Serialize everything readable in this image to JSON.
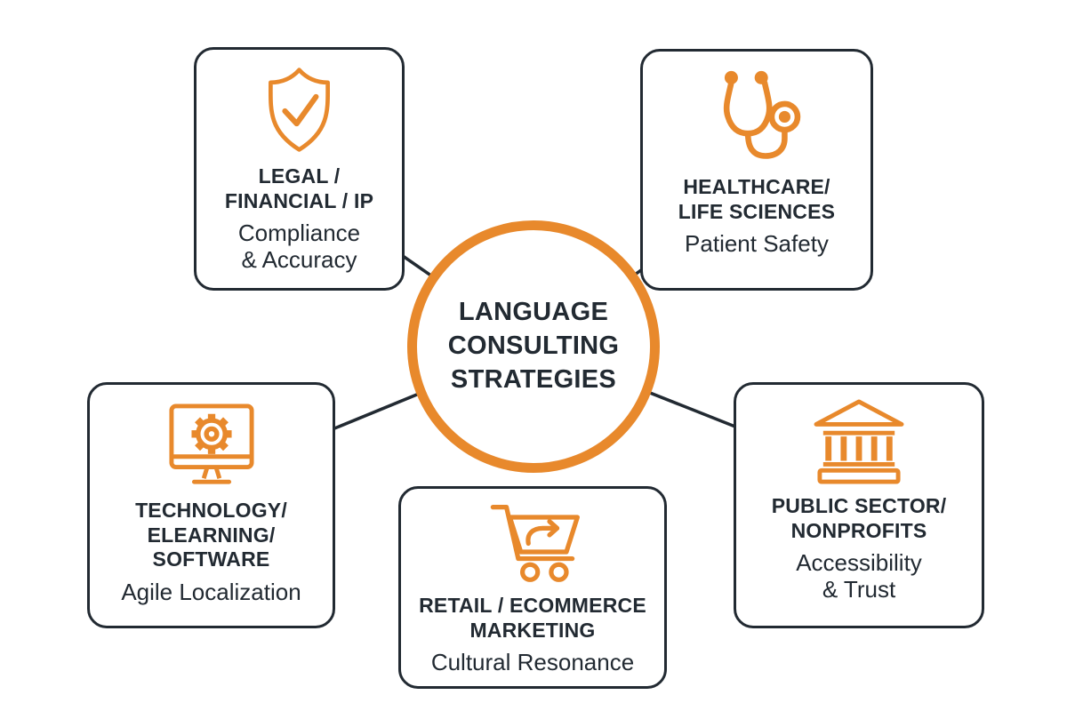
{
  "diagram": {
    "center": {
      "title": "LANGUAGE\nCONSULTING\nSTRATEGIES"
    },
    "colors": {
      "accent_orange": "#E8892C",
      "ink_dark": "#222A32",
      "background": "#FFFFFF"
    },
    "nodes": [
      {
        "id": "legal-financial-ip",
        "icon": "shield-check-icon",
        "title": "LEGAL /\nFINANCIAL / IP",
        "subtitle": "Compliance\n& Accuracy"
      },
      {
        "id": "healthcare-life-sciences",
        "icon": "stethoscope-icon",
        "title": "HEALTHCARE/\nLIFE SCIENCES",
        "subtitle": "Patient Safety"
      },
      {
        "id": "technology-elearning-software",
        "icon": "monitor-gear-icon",
        "title": "TECHNOLOGY/\nELEARNING/\nSOFTWARE",
        "subtitle": "Agile Localization"
      },
      {
        "id": "retail-ecommerce-marketing",
        "icon": "shopping-cart-icon",
        "title": "RETAIL / ECOMMERCE\nMARKETING",
        "subtitle": "Cultural Resonance"
      },
      {
        "id": "public-sector-nonprofits",
        "icon": "bank-building-icon",
        "title": "PUBLIC SECTOR/\nNONPROFITS",
        "subtitle": "Accessibility\n& Trust"
      }
    ]
  }
}
